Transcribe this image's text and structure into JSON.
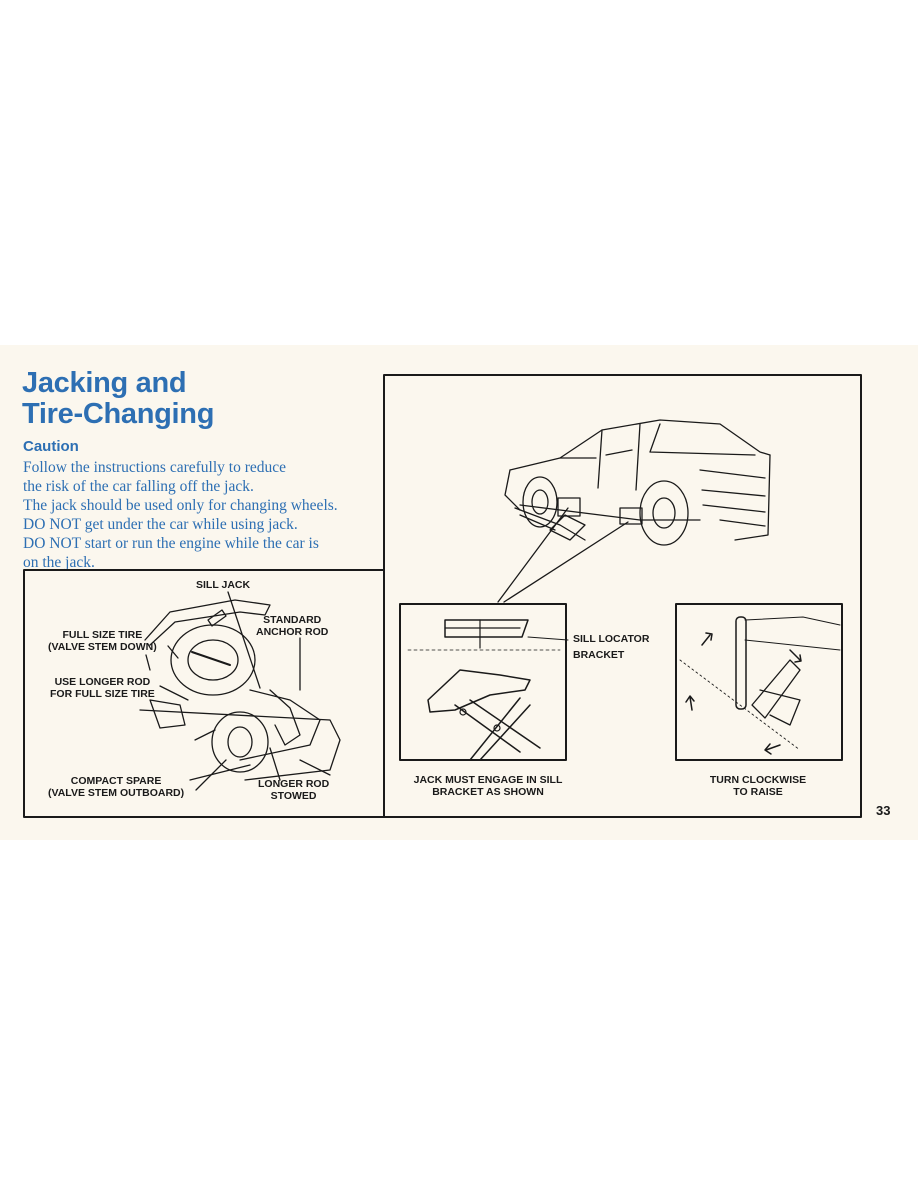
{
  "title": {
    "line1": "Jacking and",
    "line2": "Tire-Changing"
  },
  "caution": {
    "heading": "Caution",
    "lines": [
      "Follow the instructions carefully to reduce",
      "the risk of the car falling off the jack.",
      "The jack should be used only for changing wheels.",
      "DO NOT get under the car while using jack.",
      "DO NOT start or run the engine while the car is",
      "on the jack."
    ]
  },
  "trunk_figure": {
    "sill_jack": "SILL JACK",
    "standard_anchor_rod": [
      "STANDARD",
      "ANCHOR ROD"
    ],
    "full_size_tire": [
      "FULL SIZE TIRE",
      "(VALVE STEM DOWN)"
    ],
    "use_longer_rod": [
      "USE LONGER ROD",
      "FOR FULL SIZE TIRE"
    ],
    "compact_spare": [
      "COMPACT SPARE",
      "(VALVE STEM OUTBOARD)"
    ],
    "longer_rod_stowed": [
      "LONGER ROD",
      "STOWED"
    ]
  },
  "jack_detail": {
    "sill_locator_bracket": [
      "SILL LOCATOR",
      "BRACKET"
    ],
    "caption": [
      "JACK MUST ENGAGE IN SILL",
      "BRACKET AS SHOWN"
    ]
  },
  "turn_detail": {
    "caption": [
      "TURN CLOCKWISE",
      "TO RAISE"
    ]
  },
  "page_number": "33",
  "colors": {
    "accent": "#2d6fb3",
    "ink": "#1a1a1a",
    "paper": "#fbf7ee"
  }
}
